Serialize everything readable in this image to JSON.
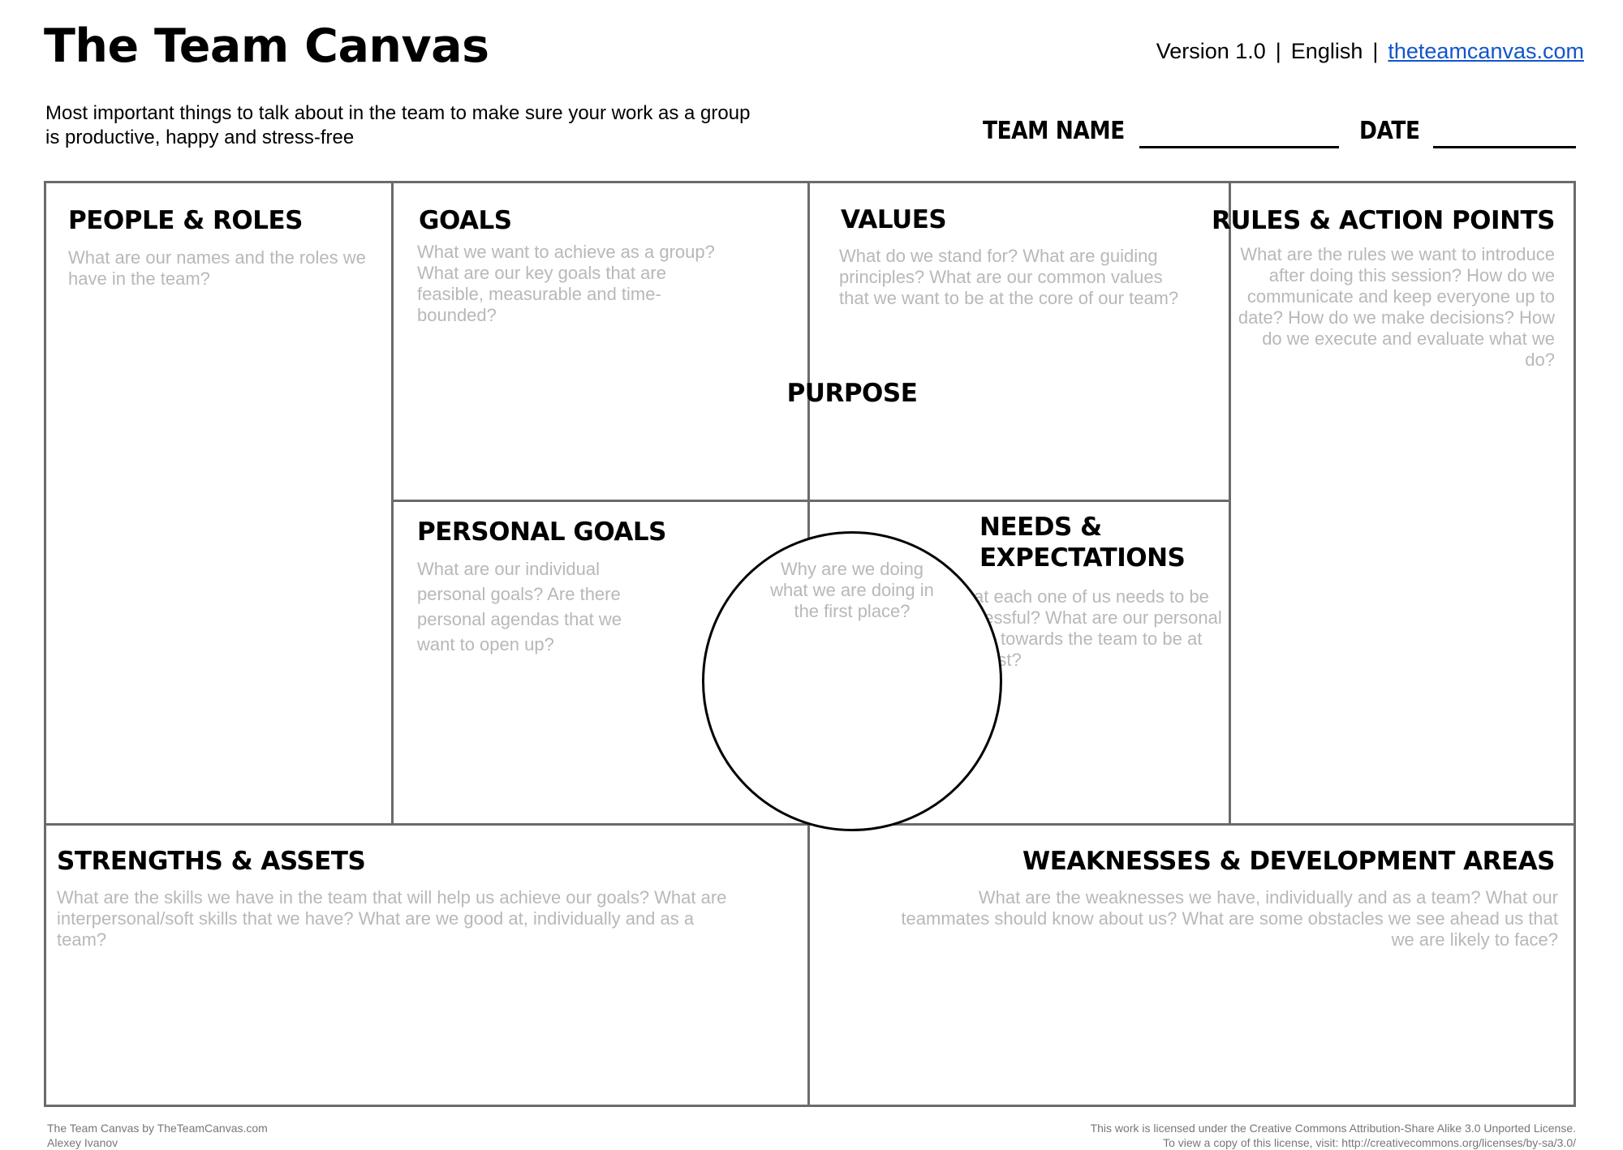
{
  "header": {
    "title": "The Team Canvas",
    "version": "Version 1.0",
    "separator": "|",
    "language": "English",
    "website": "theteamcanvas.com",
    "subtitle": "Most important things to talk about in the team to make sure your work as a group is productive, happy and stress-free",
    "team_name_label": "TEAM NAME",
    "date_label": "DATE"
  },
  "sections": {
    "people_roles": {
      "title": "PEOPLE & ROLES",
      "question": "What are our names and the roles we have in the team?"
    },
    "goals": {
      "title": "GOALS",
      "question": "What we want to achieve as a group? What are our key goals that are feasible, measurable and time-bounded?"
    },
    "values": {
      "title": "VALUES",
      "question": "What do we stand for? What are guiding principles? What are our common values that we want to be at the core of our team?"
    },
    "rules": {
      "title": "RULES & ACTION POINTS",
      "question": "What are the rules we want to introduce after doing this session? How do we communicate and keep everyone up to date? How do we make decisions? How do we execute and evaluate what we do?"
    },
    "purpose": {
      "title": "PURPOSE",
      "question": "Why are we doing what we are doing in the first place?"
    },
    "personal_goals": {
      "title": "PERSONAL GOALS",
      "question": "What are our individual personal goals? Are there personal agendas that we want to open up?"
    },
    "needs": {
      "title_line1": "NEEDS &",
      "title_line2": "EXPECTATIONS",
      "question": "What each one of us needs to be successful?  What are our personal needs towards the team to be at our best?"
    },
    "strengths": {
      "title": "STRENGTHS & ASSETS",
      "question": "What are the skills we have in the team that will help us achieve our goals? What are interpersonal/soft skills that we have? What are we good at, individually and as a team?"
    },
    "weaknesses": {
      "title": "WEAKNESSES & DEVELOPMENT AREAS",
      "question": "What are the weaknesses we have, individually and as a team? What our teammates should know about us? What are some obstacles we see ahead us that we are likely to face?"
    }
  },
  "footer": {
    "credit_line1": "The Team Canvas by TheTeamCanvas.com",
    "credit_line2": "Alexey Ivanov",
    "license_line1": "This work is licensed under the Creative Commons Attribution-Share Alike 3.0 Unported License.",
    "license_line2": "To view a copy of this license, visit: http://creativecommons.org/licenses/by-sa/3.0/"
  }
}
